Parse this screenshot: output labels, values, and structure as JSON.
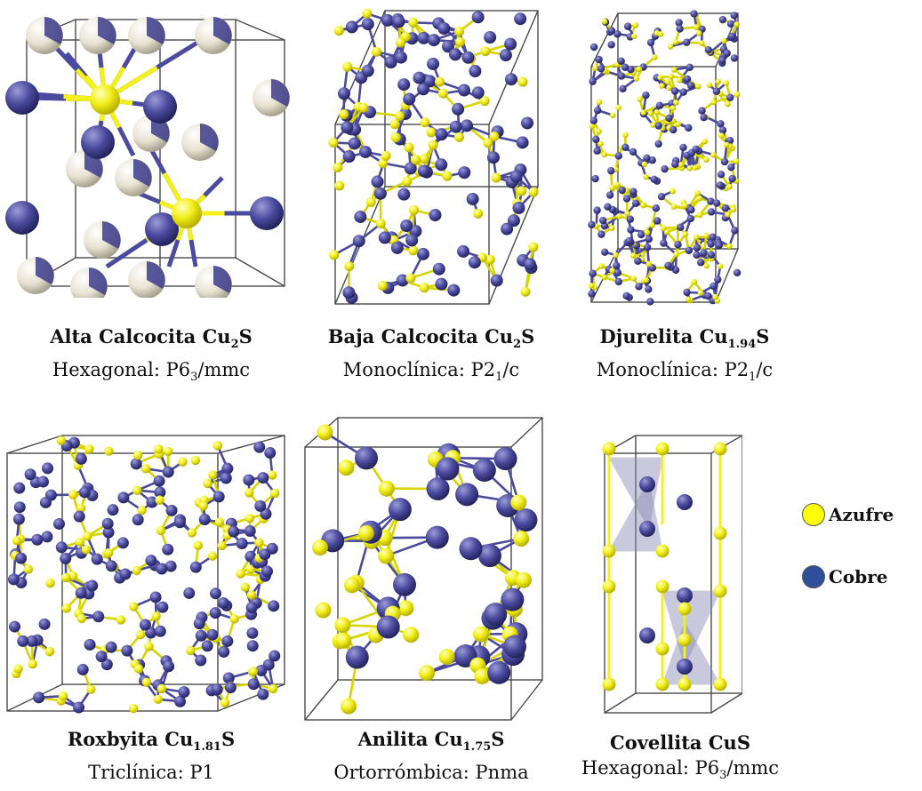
{
  "structures": [
    {
      "id": "alta",
      "name": "Alta Calcocita Cu",
      "sub": "2",
      "suffix": "S",
      "system": "Hexagonal: P6",
      "system_sub": "3",
      "system_suffix": "/mmc"
    },
    {
      "id": "baja",
      "name": "Baja Calcocita Cu",
      "sub": "2",
      "suffix": "S",
      "system": "Monoclínica: P2",
      "system_sub": "1",
      "system_suffix": "/c"
    },
    {
      "id": "djurelita",
      "name": "Djurelita Cu",
      "sub": "1.94",
      "suffix": "S",
      "system": "Monoclínica: P2",
      "system_sub": "1",
      "system_suffix": "/c"
    },
    {
      "id": "roxbyita",
      "name": "Roxbyita Cu",
      "sub": "1.81",
      "suffix": "S",
      "system": "Triclínica: P1",
      "system_sub": "",
      "system_suffix": ""
    },
    {
      "id": "anilita",
      "name": "Anilita Cu",
      "sub": "1.75",
      "suffix": "S",
      "system": "Ortorrómbica: Pnma",
      "system_sub": "",
      "system_suffix": ""
    },
    {
      "id": "covellita",
      "name": "Covellita CuS",
      "sub": "",
      "suffix": "",
      "system": "Hexagonal: P6",
      "system_sub": "3",
      "system_suffix": "/mmc"
    }
  ],
  "legend": {
    "sulfur": {
      "label": "Azufre",
      "color": "#ffff00"
    },
    "copper": {
      "label": "Cobre",
      "color": "#2e4f9a"
    }
  },
  "colors": {
    "sulfur": "#f3f01a",
    "copper": "#4a4a9e",
    "highT_atom": "#e8e2d2",
    "frame": "#4a4a4a"
  }
}
